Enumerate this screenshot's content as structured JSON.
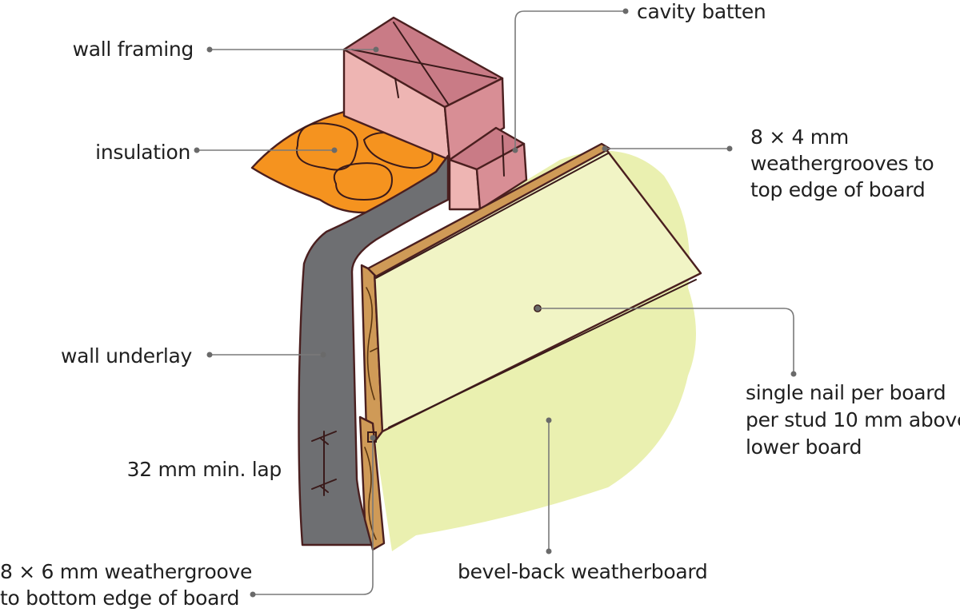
{
  "colors": {
    "framing_top": "#c97b86",
    "framing_side": "#eeb5b3",
    "framing_right": "#d88e95",
    "insulation": "#f5931f",
    "underlay": "#6e6f72",
    "board_face": "#f1f4c5",
    "board_glow": "#eaf0b0",
    "board_edge": "#cf9a57",
    "outline": "#4a1f1f"
  },
  "labels": {
    "wall_framing": "wall framing",
    "cavity_batten": "cavity batten",
    "insulation": "insulation",
    "weathergrooves_top": [
      "8 × 4 mm",
      "weathergrooves to",
      "top edge of board"
    ],
    "wall_underlay": "wall underlay",
    "single_nail": [
      "single nail per board",
      "per stud 10 mm above",
      "lower board"
    ],
    "min_lap": "32 mm min. lap",
    "weathergroove_bottom": [
      "8 × 6 mm weathergroove",
      "to bottom edge of board"
    ],
    "bevel_back": "bevel-back weatherboard"
  }
}
